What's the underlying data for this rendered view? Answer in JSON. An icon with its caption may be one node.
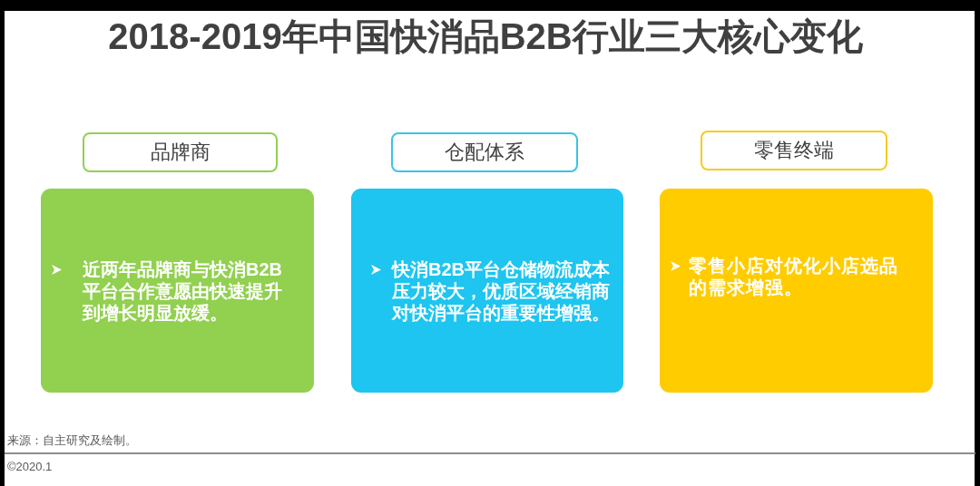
{
  "diagram": {
    "title": "2018-2019年中国快消品B2B行业三大核心变化",
    "nodes": [
      {
        "text": [
          "品牌商"
        ]
      },
      {
        "text": [
          "仓配体系"
        ]
      },
      {
        "text": [
          "零售终端"
        ]
      },
      {
        "text": [
          "近两年品牌商与快消B2B平台合作意愿由快速提升到增长明显放缓。"
        ]
      },
      {
        "text": [
          "快消B2B平台仓储物流成本压力较大，优质区域经销商对快消平台的重要性增强。"
        ]
      },
      {
        "text": [
          "零售小店对优化小店选品的需求增强。"
        ]
      }
    ],
    "labels": [
      "来源：自主研究及绘制。",
      "©2020.1"
    ]
  }
}
